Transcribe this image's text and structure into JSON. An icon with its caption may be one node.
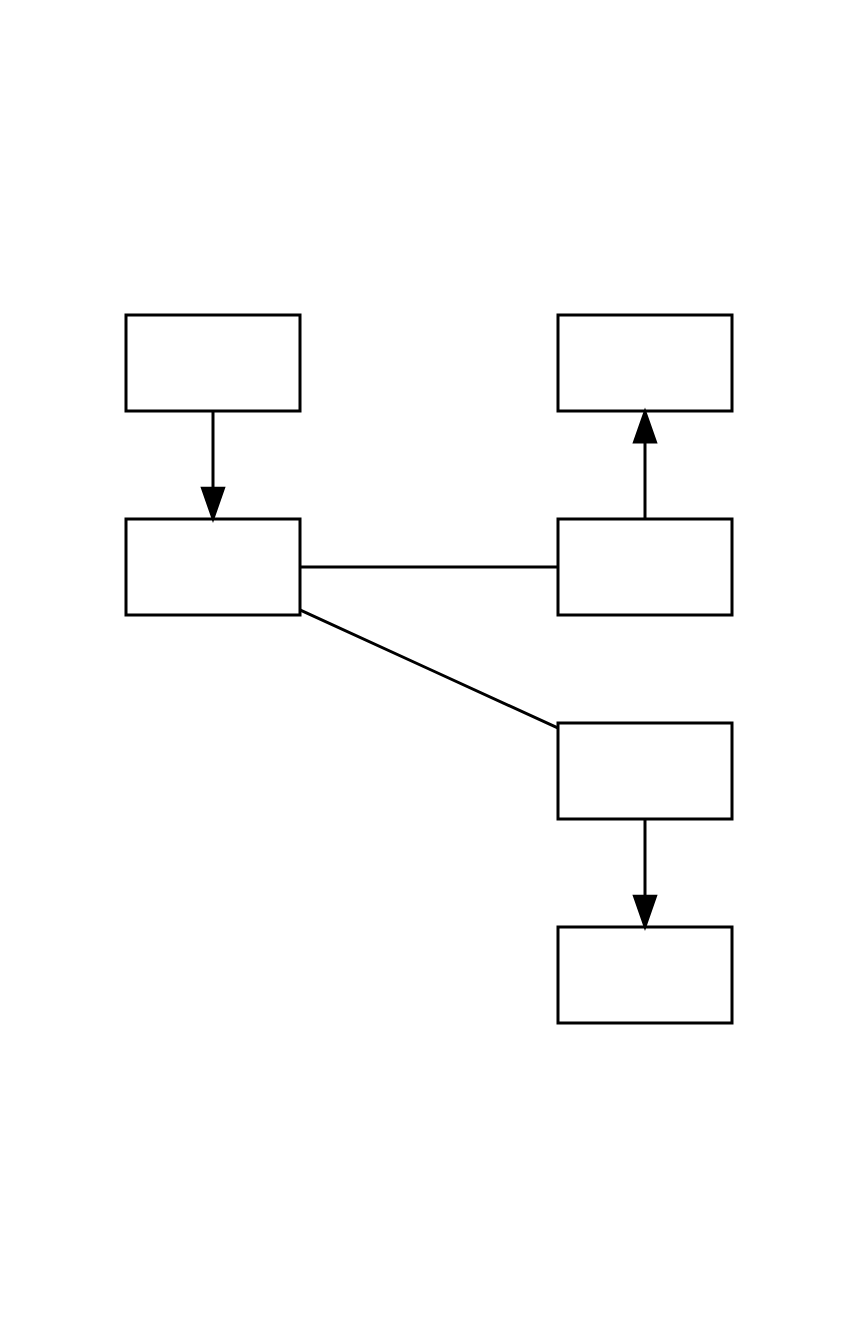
{
  "diagram": {
    "nodes": [
      {
        "text": [],
        "shape": "box"
      },
      {
        "text": [],
        "shape": "box"
      },
      {
        "text": [],
        "shape": "box"
      },
      {
        "text": [],
        "shape": "box"
      },
      {
        "text": [],
        "shape": "box"
      },
      {
        "text": [],
        "shape": "box"
      }
    ],
    "edges": [
      {
        "from": 0,
        "to": 1,
        "arrow": "to"
      },
      {
        "from": 3,
        "to": 2,
        "arrow": "to"
      },
      {
        "from": 4,
        "to": 5,
        "arrow": "to"
      },
      {
        "from": 1,
        "to": 3,
        "arrow": "none"
      },
      {
        "from": 1,
        "to": 4,
        "arrow": "none"
      }
    ]
  }
}
